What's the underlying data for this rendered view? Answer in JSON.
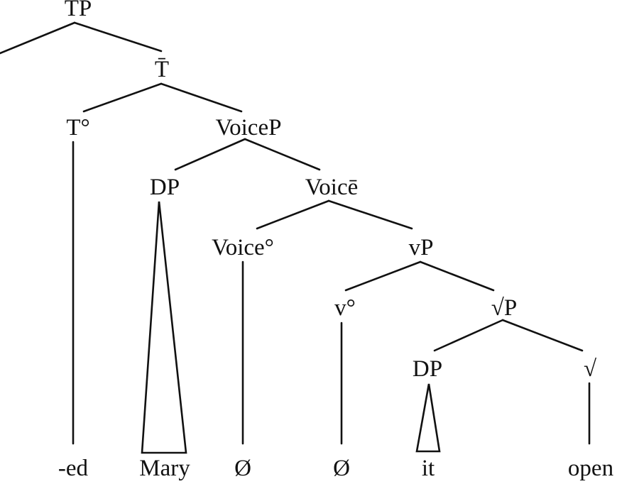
{
  "tree": {
    "nodes": {
      "tp": "TP",
      "t_bar": "T̄",
      "t_head": "T°",
      "voicep": "VoiceP",
      "dp_subject": "DP",
      "voice_bar": "Voicē",
      "voice_head": "Voice°",
      "vp": "vP",
      "v_head": "v°",
      "rootp": "√P",
      "dp_object": "DP",
      "root": "√"
    },
    "terminals": {
      "tense": "-ed",
      "subject": "Mary",
      "voice": "Ø",
      "little_v": "Ø",
      "object": "it",
      "root": "open"
    }
  }
}
